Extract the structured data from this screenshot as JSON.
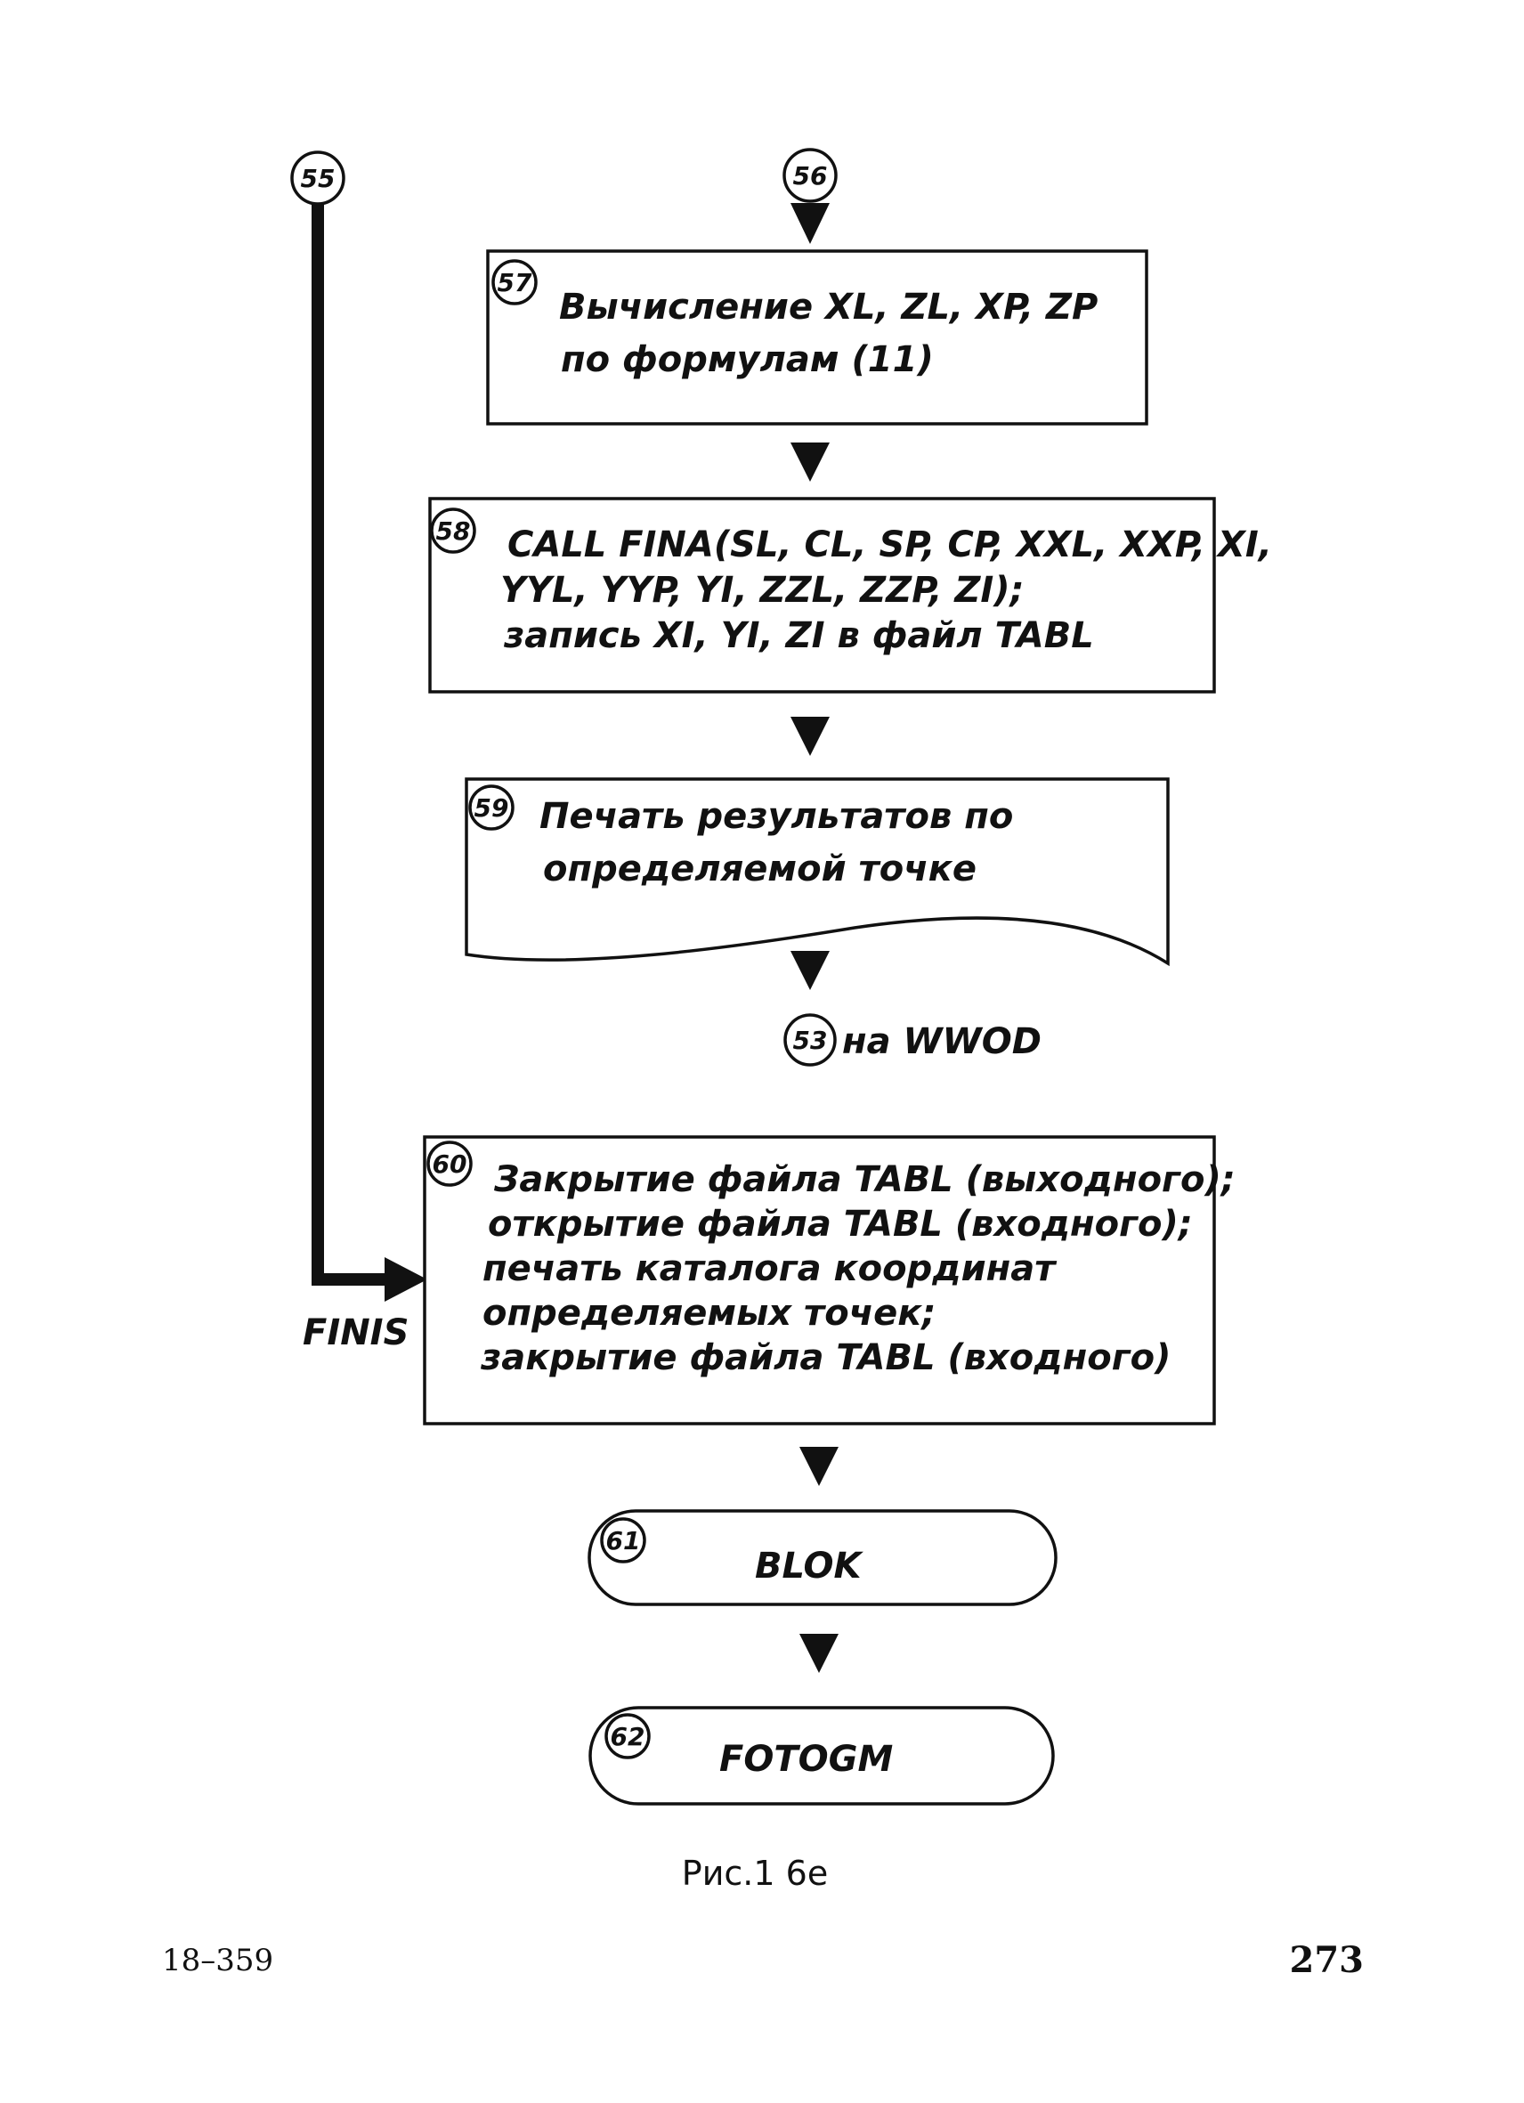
{
  "connectors": {
    "c55": "55",
    "c56": "56",
    "c53": "53",
    "c53_label": "на WWOD"
  },
  "blocks": {
    "b57": {
      "num": "57",
      "lines": [
        "Вычисление XL, ZL, XP, ZP",
        "по   формулам (11)"
      ]
    },
    "b58": {
      "num": "58",
      "lines": [
        "CALL  FINA(SL, CL, SP, CP, XXL, XXP, XI,",
        "YYL, YYP, YI, ZZL, ZZP, ZI);",
        "запись XI, YI, ZI  в файл TABL"
      ]
    },
    "b59": {
      "num": "59",
      "lines": [
        "Печать  результатов  по",
        "определяемой  точке"
      ]
    },
    "b60": {
      "num": "60",
      "lines": [
        "Закрытие файла TABL (выходного);",
        "открытие файла TABL (входного);",
        "печать каталога координат",
        "определяемых  точек;",
        "закрытие файла TABL (входного)"
      ]
    },
    "b61": {
      "num": "61",
      "label": "BLOK"
    },
    "b62": {
      "num": "62",
      "label": "FOTOGM"
    }
  },
  "finis_label": "FINIS",
  "caption": "Рис.1 6е",
  "footer": {
    "left": "18–359",
    "right": "273"
  }
}
